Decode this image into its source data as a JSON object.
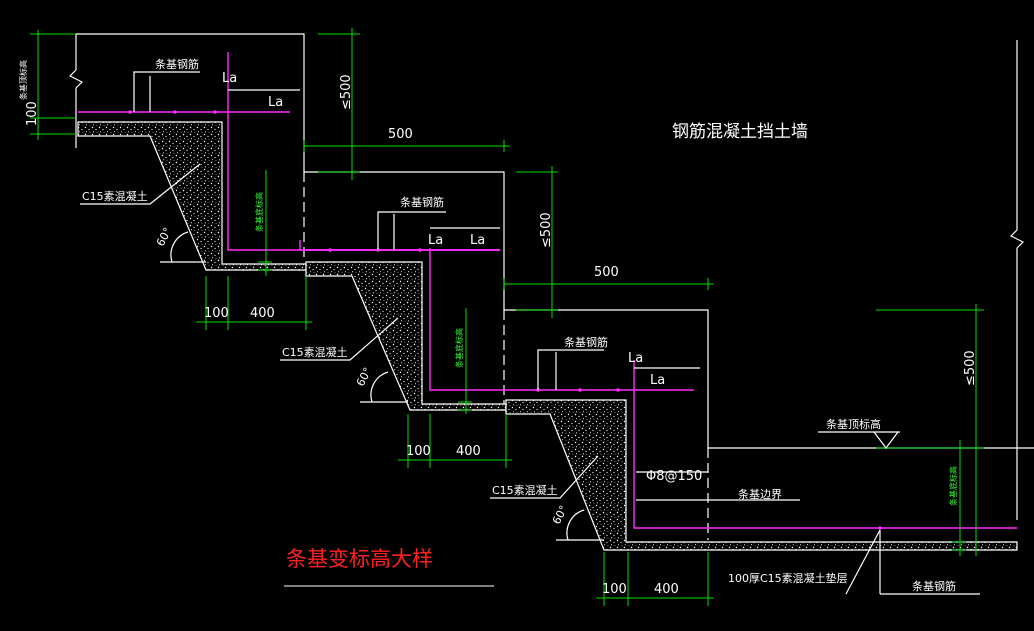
{
  "title": "条基变标高大样",
  "wall_label": "钢筋混凝土挡土墙",
  "labels": {
    "rebar": "条基钢筋",
    "la": "La",
    "c15": "C15素混凝土",
    "angle": "60°",
    "dim_100": "100",
    "dim_400": "400",
    "dim_500": "500",
    "dim_le500": "≤500",
    "foundation_top": "条基顶标高",
    "foundation_bottom": "条基底标高",
    "foundation_edge": "条基边界",
    "stirrup": "Φ8@150",
    "cushion": "100厚C15素混凝土垫层"
  },
  "colors": {
    "background": "#000000",
    "outline": "#ffffff",
    "dimension": "#00e000",
    "rebar": "#ff2dff",
    "title": "#ff2020"
  }
}
